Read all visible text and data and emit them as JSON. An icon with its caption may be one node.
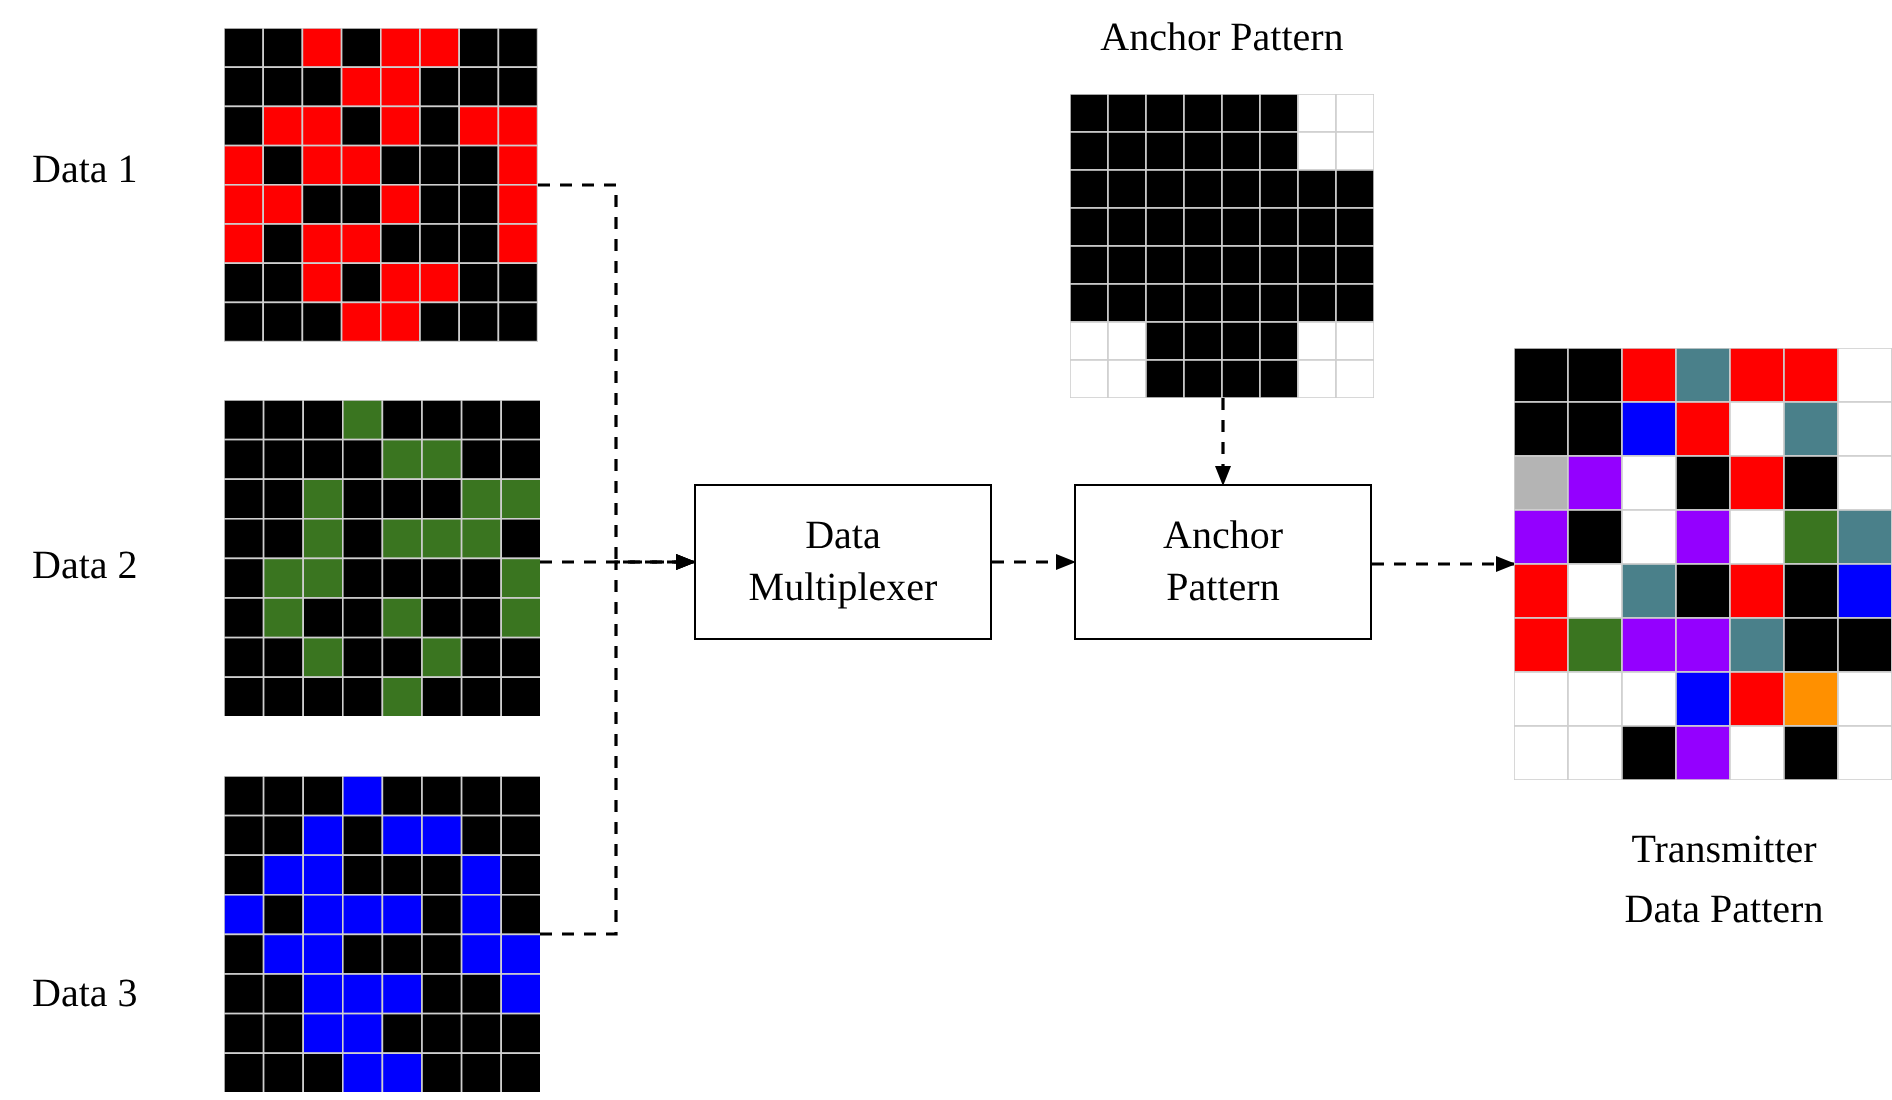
{
  "diagram": {
    "nodes": [
      {
        "text": [],
        "shape": "picture",
        "beside": [
          "Data 1"
        ]
      },
      {
        "text": [],
        "shape": "picture",
        "beside": [
          "Data 2"
        ]
      },
      {
        "text": [],
        "shape": "picture",
        "beside": [
          "Data 3"
        ]
      },
      {
        "text": [
          "Data Multiplexer"
        ]
      },
      {
        "text": [
          "Anchor Pattern"
        ]
      },
      {
        "text": [
          "Anchor Pattern"
        ]
      },
      {
        "text": [
          "Transmitter Data Pattern"
        ]
      }
    ],
    "edges": [
      {
        "from": 0,
        "to": 3,
        "arrow": "to",
        "style": "dashed"
      },
      {
        "from": 1,
        "to": 3,
        "arrow": "to",
        "style": "dashed"
      },
      {
        "from": 2,
        "to": 3,
        "arrow": "to",
        "style": "dashed"
      },
      {
        "from": 4,
        "to": 5,
        "arrow": "to",
        "style": "dashed"
      },
      {
        "from": 3,
        "to": 5,
        "arrow": "to",
        "style": "dashed"
      },
      {
        "from": 5,
        "to": 6,
        "arrow": "to",
        "style": "dashed"
      }
    ]
  }
}
